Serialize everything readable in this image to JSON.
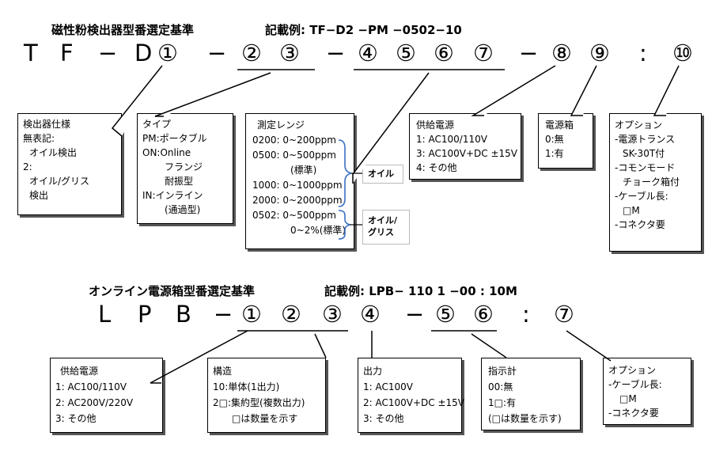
{
  "top": {
    "title": "磁性粉検出器型番選定基準",
    "example": "記載例: TF−D2 −PM −0502−10",
    "code": [
      "T",
      "F",
      "−",
      "D",
      "①",
      "−",
      "②",
      "③",
      "−",
      "④",
      "⑤",
      "⑥",
      "⑦",
      "−",
      "⑧",
      "⑨",
      ":",
      "⑩"
    ],
    "boxes": {
      "spec": [
        "検出器仕様",
        "無表記:",
        "オイル検出",
        "2:",
        "オイル/グリス",
        "検出"
      ],
      "type": [
        "タイプ",
        "PM:ポータブル",
        "ON:Online",
        "フランジ",
        "耐振型",
        "IN:インライン",
        "(通過型)"
      ],
      "range": [
        "測定レンジ",
        "0200: 0~200ppm",
        "0500: 0~500ppm",
        "(標準)",
        "1000: 0~1000ppm",
        "2000: 0~2000ppm",
        "0502: 0~500ppm",
        "0~2%(標準)"
      ],
      "power": [
        "供給電源",
        "1: AC100/110V",
        "3: AC100V+DC ±15V",
        "4: その他"
      ],
      "pbox": [
        "電源箱",
        "0:無",
        "1:有"
      ],
      "option": [
        "オプション",
        "-電源トランス",
        "SK-30T付",
        "-コモンモード",
        "チョーク箱付",
        "-ケーブル長:",
        "□M",
        "-コネクタ要"
      ]
    },
    "tags": {
      "oil": "オイル",
      "grease": [
        "オイル/",
        "グリス"
      ]
    }
  },
  "bottom": {
    "title": "オンライン電源箱型番選定基準",
    "example": "記載例: LPB− 110 1 −00 : 10M",
    "code": [
      "L",
      "P",
      "B",
      "−",
      "①",
      "②",
      "③",
      "④",
      "−",
      "⑤",
      "⑥",
      ":",
      "⑦"
    ],
    "boxes": {
      "power": [
        "供給電源",
        "1: AC100/110V",
        "2: AC200V/220V",
        "3: その他"
      ],
      "struct": [
        "構造",
        "10:単体(1出力)",
        "2□:集約型(複数出力)",
        "□は数量を示す"
      ],
      "output": [
        "出力",
        "1: AC100V",
        "2: AC100V+DC ±15V",
        "3: その他"
      ],
      "meter": [
        "指示計",
        "00:無",
        "1□:有",
        "(□は数量を示す)"
      ],
      "option": [
        "オプション",
        "-ケーブル長:",
        "□M",
        "-コネクタ要"
      ]
    }
  }
}
